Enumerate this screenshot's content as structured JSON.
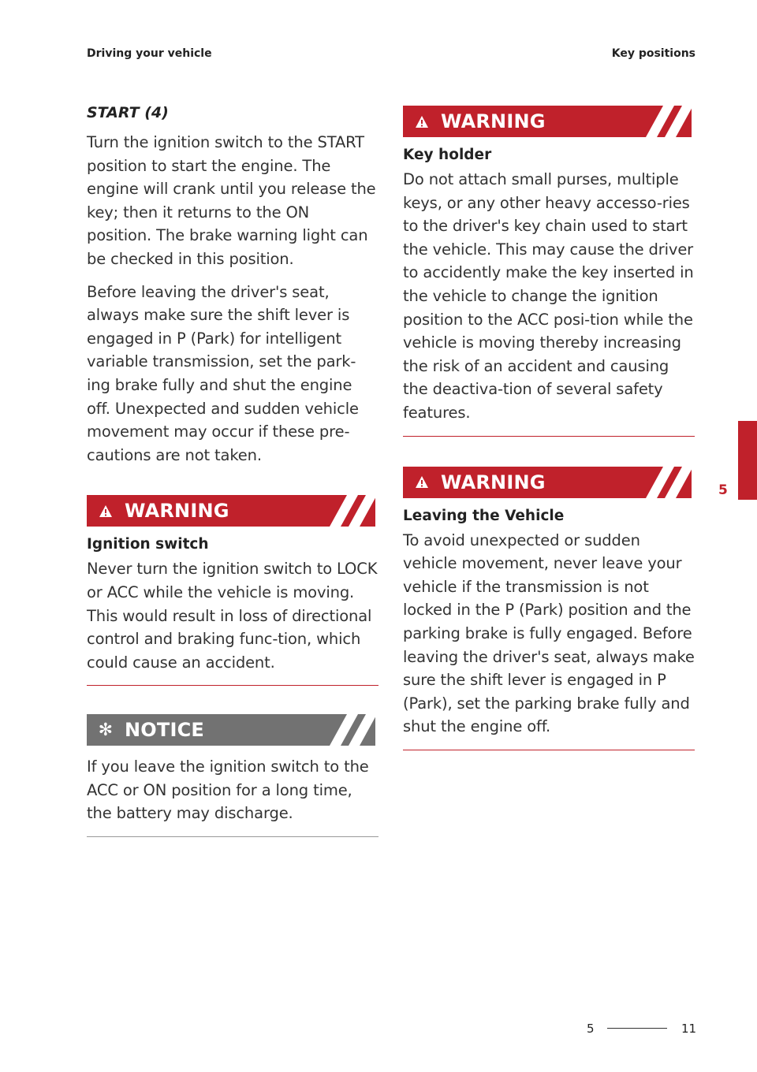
{
  "header": {
    "left": "Driving your vehicle",
    "right": "Key positions"
  },
  "left": {
    "title": "START (4)",
    "para1": "Turn the ignition switch to the START position to start the engine. The engine will crank until you release the key; then it returns to the ON position. The brake warning light can be checked in this position.",
    "para2": "Before leaving the driver's seat, always make sure the shift lever is engaged in P (Park) for intelligent variable transmission, set the park-ing brake fully and shut the engine off. Unexpected and sudden vehicle movement may occur if these pre-cautions are not taken.",
    "warning": {
      "label": "WARNING",
      "heading": "Ignition switch",
      "text": "Never turn the ignition switch to LOCK or ACC while the vehicle is moving. This would result in loss of directional control and braking func-tion, which could cause an accident."
    },
    "notice": {
      "label": "NOTICE",
      "text": "If you leave the ignition switch to the ACC or ON position for a long time, the battery may discharge."
    }
  },
  "right": {
    "warning1": {
      "label": "WARNING",
      "heading": "Key holder",
      "text": "Do not attach small purses, multiple keys, or any other heavy accesso-ries to the driver's key chain used to start the vehicle. This may cause the driver to accidently make the key inserted in the vehicle to change the ignition position to the ACC posi-tion while the vehicle is moving thereby increasing the risk of an accident and causing the deactiva-tion of several safety features."
    },
    "warning2": {
      "label": "WARNING",
      "heading": "Leaving the Vehicle",
      "text": "To avoid unexpected or sudden vehicle movement, never leave your vehicle if the transmission is not locked in the P (Park) position and the parking brake is fully engaged. Before leaving the driver's seat, always make sure the shift lever is engaged in P (Park), set the parking brake fully and shut the engine off."
    }
  },
  "side_tab": "5",
  "footer": {
    "chapter": "5",
    "page": "11"
  },
  "colors": {
    "accent": "#c0212b",
    "notice": "#727272"
  }
}
